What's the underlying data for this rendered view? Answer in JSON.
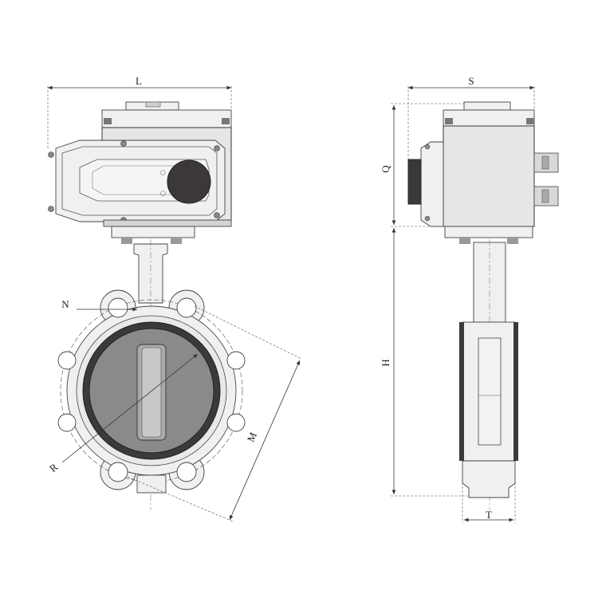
{
  "labels": {
    "L": "L",
    "S": "S",
    "Q": "Q",
    "H": "H",
    "N": "N",
    "R": "R",
    "M": "M",
    "T": "T"
  },
  "colors": {
    "line": "#333333",
    "body_fill": "#e6e6e6",
    "seat_ring": "#3a3a3a",
    "disc": "#8a8a8a",
    "knob": "#3d3838"
  }
}
